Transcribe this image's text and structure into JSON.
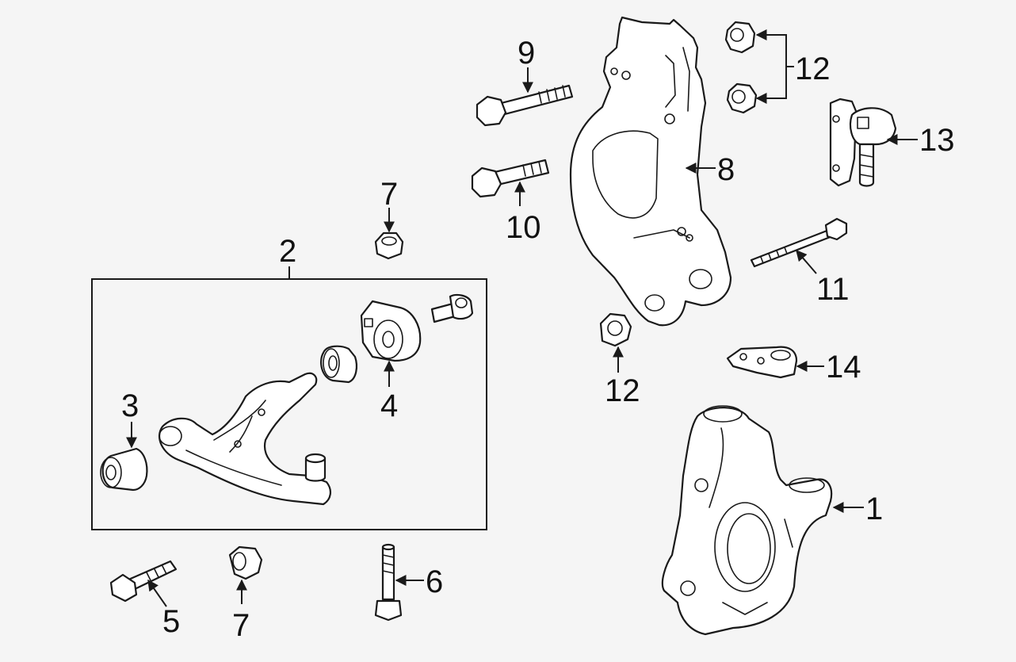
{
  "colors": {
    "background": "#f5f5f5",
    "line": "#1a1a1a",
    "fill": "#ffffff"
  },
  "callouts": {
    "c1": "1",
    "c2": "2",
    "c3": "3",
    "c4": "4",
    "c5": "5",
    "c6": "6",
    "c7a": "7",
    "c7b": "7",
    "c8": "8",
    "c9": "9",
    "c10": "10",
    "c11": "11",
    "c12a": "12",
    "c12b": "12",
    "c13": "13",
    "c14": "14"
  }
}
